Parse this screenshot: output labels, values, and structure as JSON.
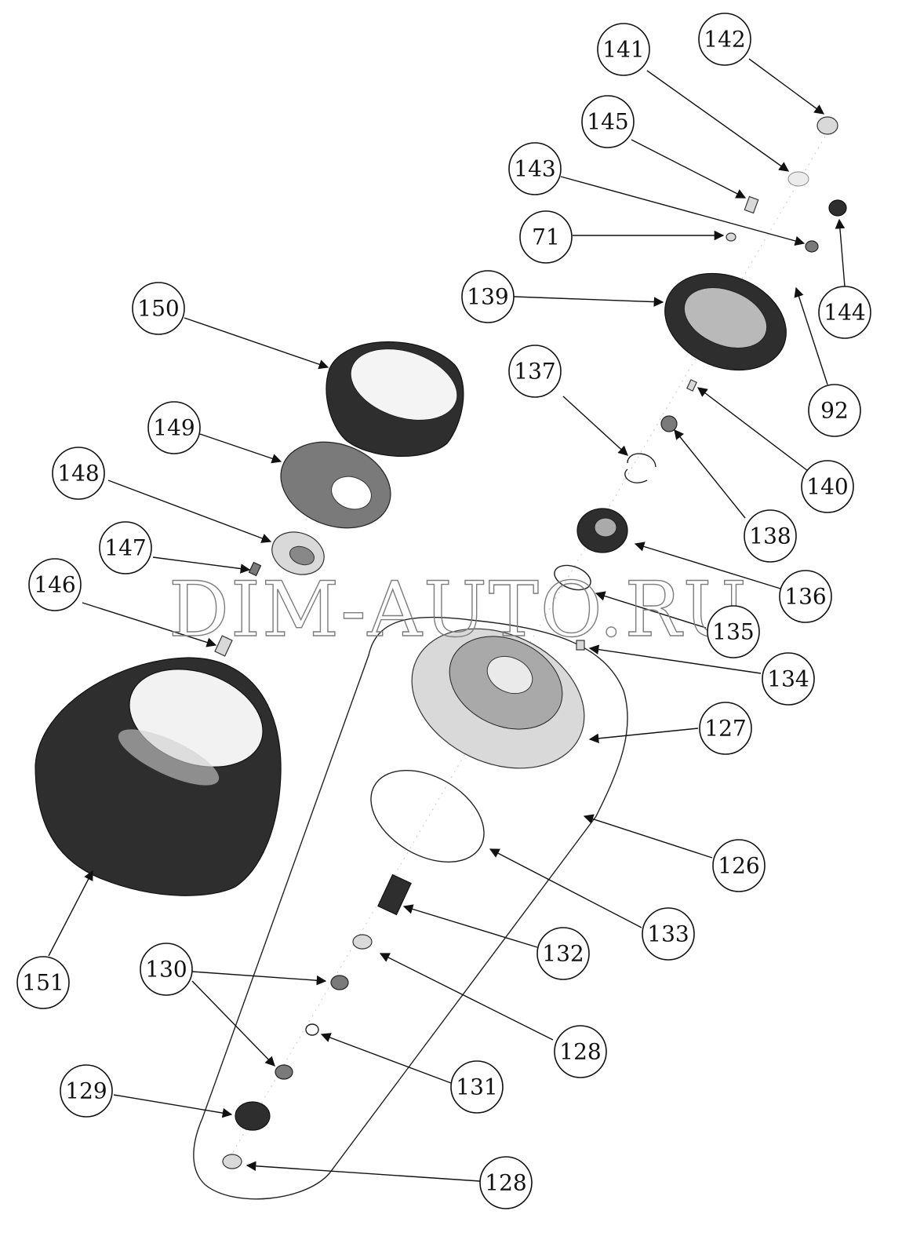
{
  "watermark": "DIM-AUTO.RU",
  "colors": {
    "ink": "#111111",
    "part_dark": "#2e2e2e",
    "part_mid": "#7a7a7a",
    "part_light": "#d9d9d9",
    "watermark": "#7d7d7d"
  },
  "callouts": [
    {
      "id": "c141",
      "label": "141"
    },
    {
      "id": "c142",
      "label": "142"
    },
    {
      "id": "c145",
      "label": "145"
    },
    {
      "id": "c143",
      "label": "143"
    },
    {
      "id": "c71",
      "label": "71"
    },
    {
      "id": "c139",
      "label": "139"
    },
    {
      "id": "c144",
      "label": "144"
    },
    {
      "id": "c150",
      "label": "150"
    },
    {
      "id": "c137",
      "label": "137"
    },
    {
      "id": "c92",
      "label": "92"
    },
    {
      "id": "c149",
      "label": "149"
    },
    {
      "id": "c140",
      "label": "140"
    },
    {
      "id": "c148",
      "label": "148"
    },
    {
      "id": "c138",
      "label": "138"
    },
    {
      "id": "c147",
      "label": "147"
    },
    {
      "id": "c146",
      "label": "146"
    },
    {
      "id": "c136",
      "label": "136"
    },
    {
      "id": "c135",
      "label": "135"
    },
    {
      "id": "c134",
      "label": "134"
    },
    {
      "id": "c127",
      "label": "127"
    },
    {
      "id": "c126",
      "label": "126"
    },
    {
      "id": "c133",
      "label": "133"
    },
    {
      "id": "c132",
      "label": "132"
    },
    {
      "id": "c151",
      "label": "151"
    },
    {
      "id": "c130",
      "label": "130"
    },
    {
      "id": "c128a",
      "label": "128"
    },
    {
      "id": "c131",
      "label": "131"
    },
    {
      "id": "c129",
      "label": "129"
    },
    {
      "id": "c128b",
      "label": "128"
    }
  ]
}
